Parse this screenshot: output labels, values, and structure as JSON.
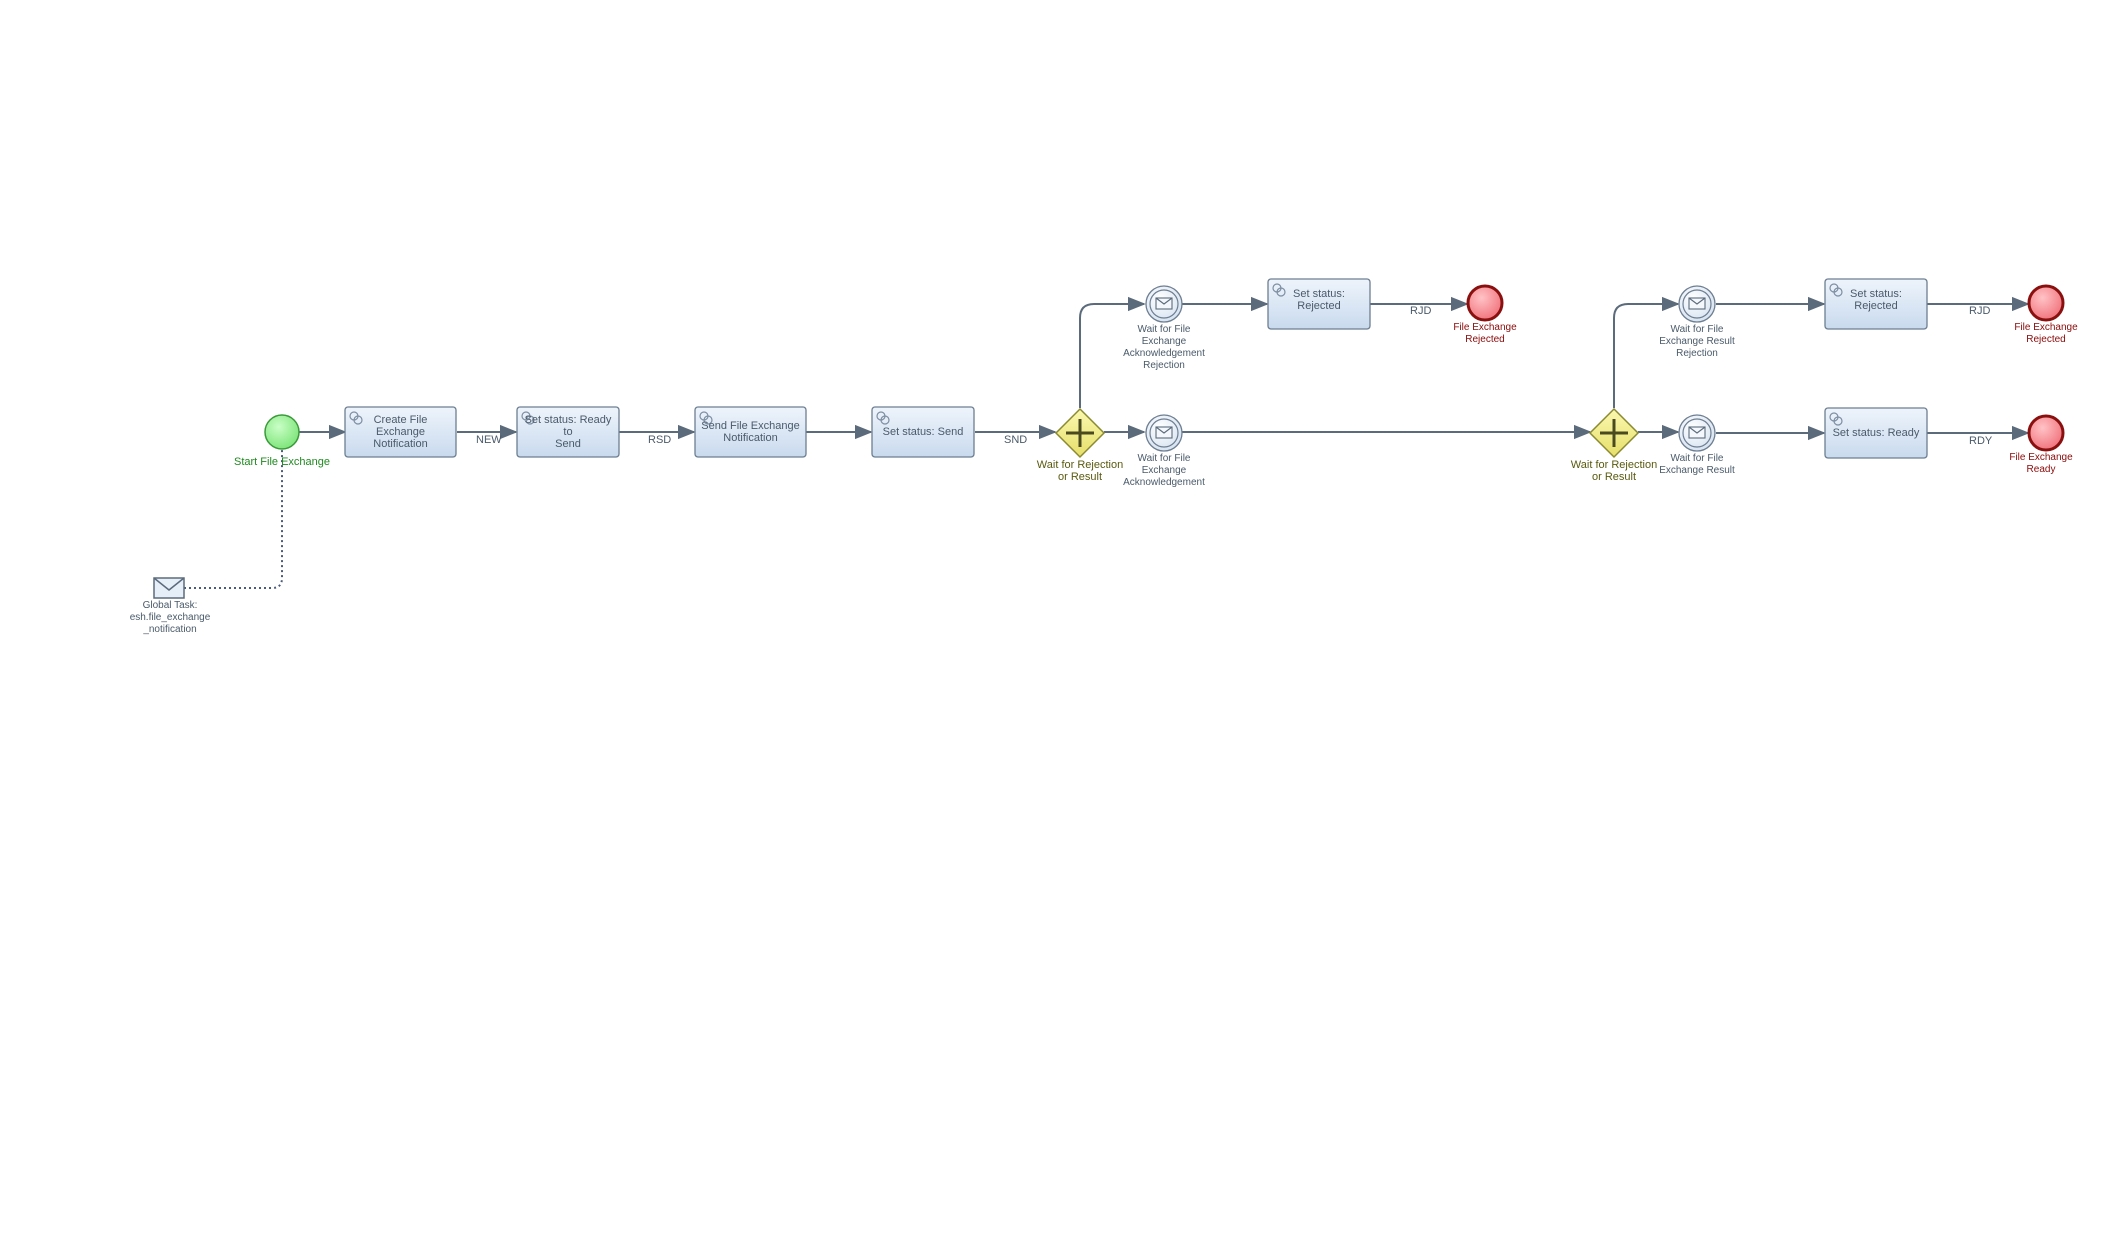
{
  "colors": {
    "task_fill_top": "#eef4fb",
    "task_fill_bottom": "#c9daee",
    "task_stroke": "#6d7e92",
    "flow_stroke": "#5b6b7c",
    "start_fill": "#8ef08a",
    "start_stroke": "#3a9a3a",
    "end_fill": "#f5828a",
    "end_stroke": "#8a1010",
    "gateway_fill": "#f0ec8a",
    "gateway_stroke": "#8a8a30",
    "label_text": "#4a5a6a",
    "start_label": "#1f8a1f",
    "end_label": "#8a0a0a",
    "gateway_label": "#5a5a10"
  },
  "start_event": {
    "label": "Start File Exchange"
  },
  "global_task": {
    "label_lines": [
      "Global Task:",
      "esh.file_exchange",
      "_notification"
    ],
    "icon": "envelope-icon"
  },
  "tasks": {
    "create": {
      "label_lines": [
        "Create File Exchange",
        "Notification"
      ]
    },
    "ready_to_send": {
      "label_lines": [
        "Set status: Ready to",
        "Send"
      ]
    },
    "send_notification": {
      "label_lines": [
        "Send File Exchange",
        "Notification"
      ]
    },
    "set_send": {
      "label_lines": [
        "Set status: Send"
      ]
    },
    "rejected_1": {
      "label_lines": [
        "Set status: Rejected"
      ]
    },
    "rejected_2": {
      "label_lines": [
        "Set status: Rejected"
      ]
    },
    "ready": {
      "label_lines": [
        "Set status: Ready"
      ]
    }
  },
  "flows": {
    "new": "NEW",
    "rsd": "RSD",
    "snd": "SND",
    "rjd_1": "RJD",
    "rjd_2": "RJD",
    "rdy": "RDY"
  },
  "gateways": {
    "gw1": {
      "label_lines": [
        "Wait for Rejection",
        "or Result"
      ]
    },
    "gw2": {
      "label_lines": [
        "Wait for Rejection",
        "or Result"
      ]
    }
  },
  "message_events": {
    "ack_rejection": {
      "label_lines": [
        "Wait for File",
        "Exchange",
        "Acknowledgement",
        "Rejection"
      ]
    },
    "ack": {
      "label_lines": [
        "Wait for File",
        "Exchange",
        "Acknowledgement"
      ]
    },
    "result_rejection": {
      "label_lines": [
        "Wait for File",
        "Exchange Result",
        "Rejection"
      ]
    },
    "result": {
      "label_lines": [
        "Wait for File",
        "Exchange Result"
      ]
    }
  },
  "end_events": {
    "rejected_1": {
      "label_lines": [
        "File Exchange",
        "Rejected"
      ]
    },
    "rejected_2": {
      "label_lines": [
        "File Exchange",
        "Rejected"
      ]
    },
    "ready": {
      "label_lines": [
        "File Exchange",
        "Ready"
      ]
    }
  }
}
